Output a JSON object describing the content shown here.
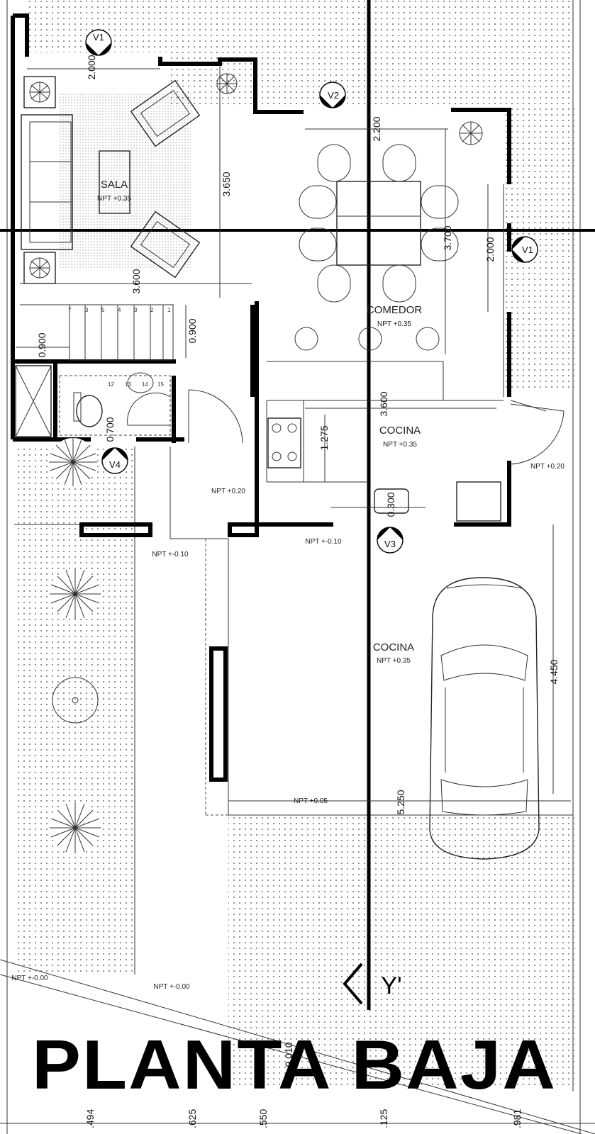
{
  "title": "PLANTA BAJA",
  "rooms": {
    "sala": {
      "name": "SALA",
      "npt": "NPT +0.35"
    },
    "comedor": {
      "name": "COMEDOR",
      "npt": "NPT +0.35"
    },
    "cocina": {
      "name": "COCINA",
      "npt": "NPT +0.35"
    },
    "cochera": {
      "name": "COCINA",
      "npt": "NPT +0.35"
    }
  },
  "levels": {
    "patio_servicio": "NPT +0.20",
    "pasillo": "NPT +0.20",
    "acceso_izq": "NPT +-0.10",
    "acceso_cocina": "NPT +-0.10",
    "cochera_borde": "NPT +0.05",
    "banqueta_izq": "NPT +-0.00",
    "banqueta_centro": "NPT +-0.00"
  },
  "window_marks": {
    "v1_top": "V1",
    "v2": "V2",
    "v1_right": "V1",
    "v3": "V3",
    "v4": "V4"
  },
  "section_mark": "Y'",
  "dimensions": {
    "d_2000_top": "2.000",
    "d_3650": "3.650",
    "d_3600_sala": "3.600",
    "d_0900_left": "0.900",
    "d_0900_stair": "0.900",
    "d_0700": "0.700",
    "d_2200": "2.200",
    "d_3700": "3.700",
    "d_2000_right": "2.000",
    "d_3600_cocina": "3.600",
    "d_1275": "1.275",
    "d_0300": "0.300",
    "d_4450": "4.450",
    "d_5250": "5.250",
    "d_9010": "9.010",
    "b_494": ".494",
    "b_625": ".625",
    "b_550": ".550",
    "b_125": ".125",
    "b_981": ".981"
  },
  "stair_steps": [
    "7",
    "3",
    "5",
    "4",
    "3",
    "2",
    "1"
  ],
  "stair_steps_lower": [
    "12",
    "13",
    "14",
    "15"
  ]
}
